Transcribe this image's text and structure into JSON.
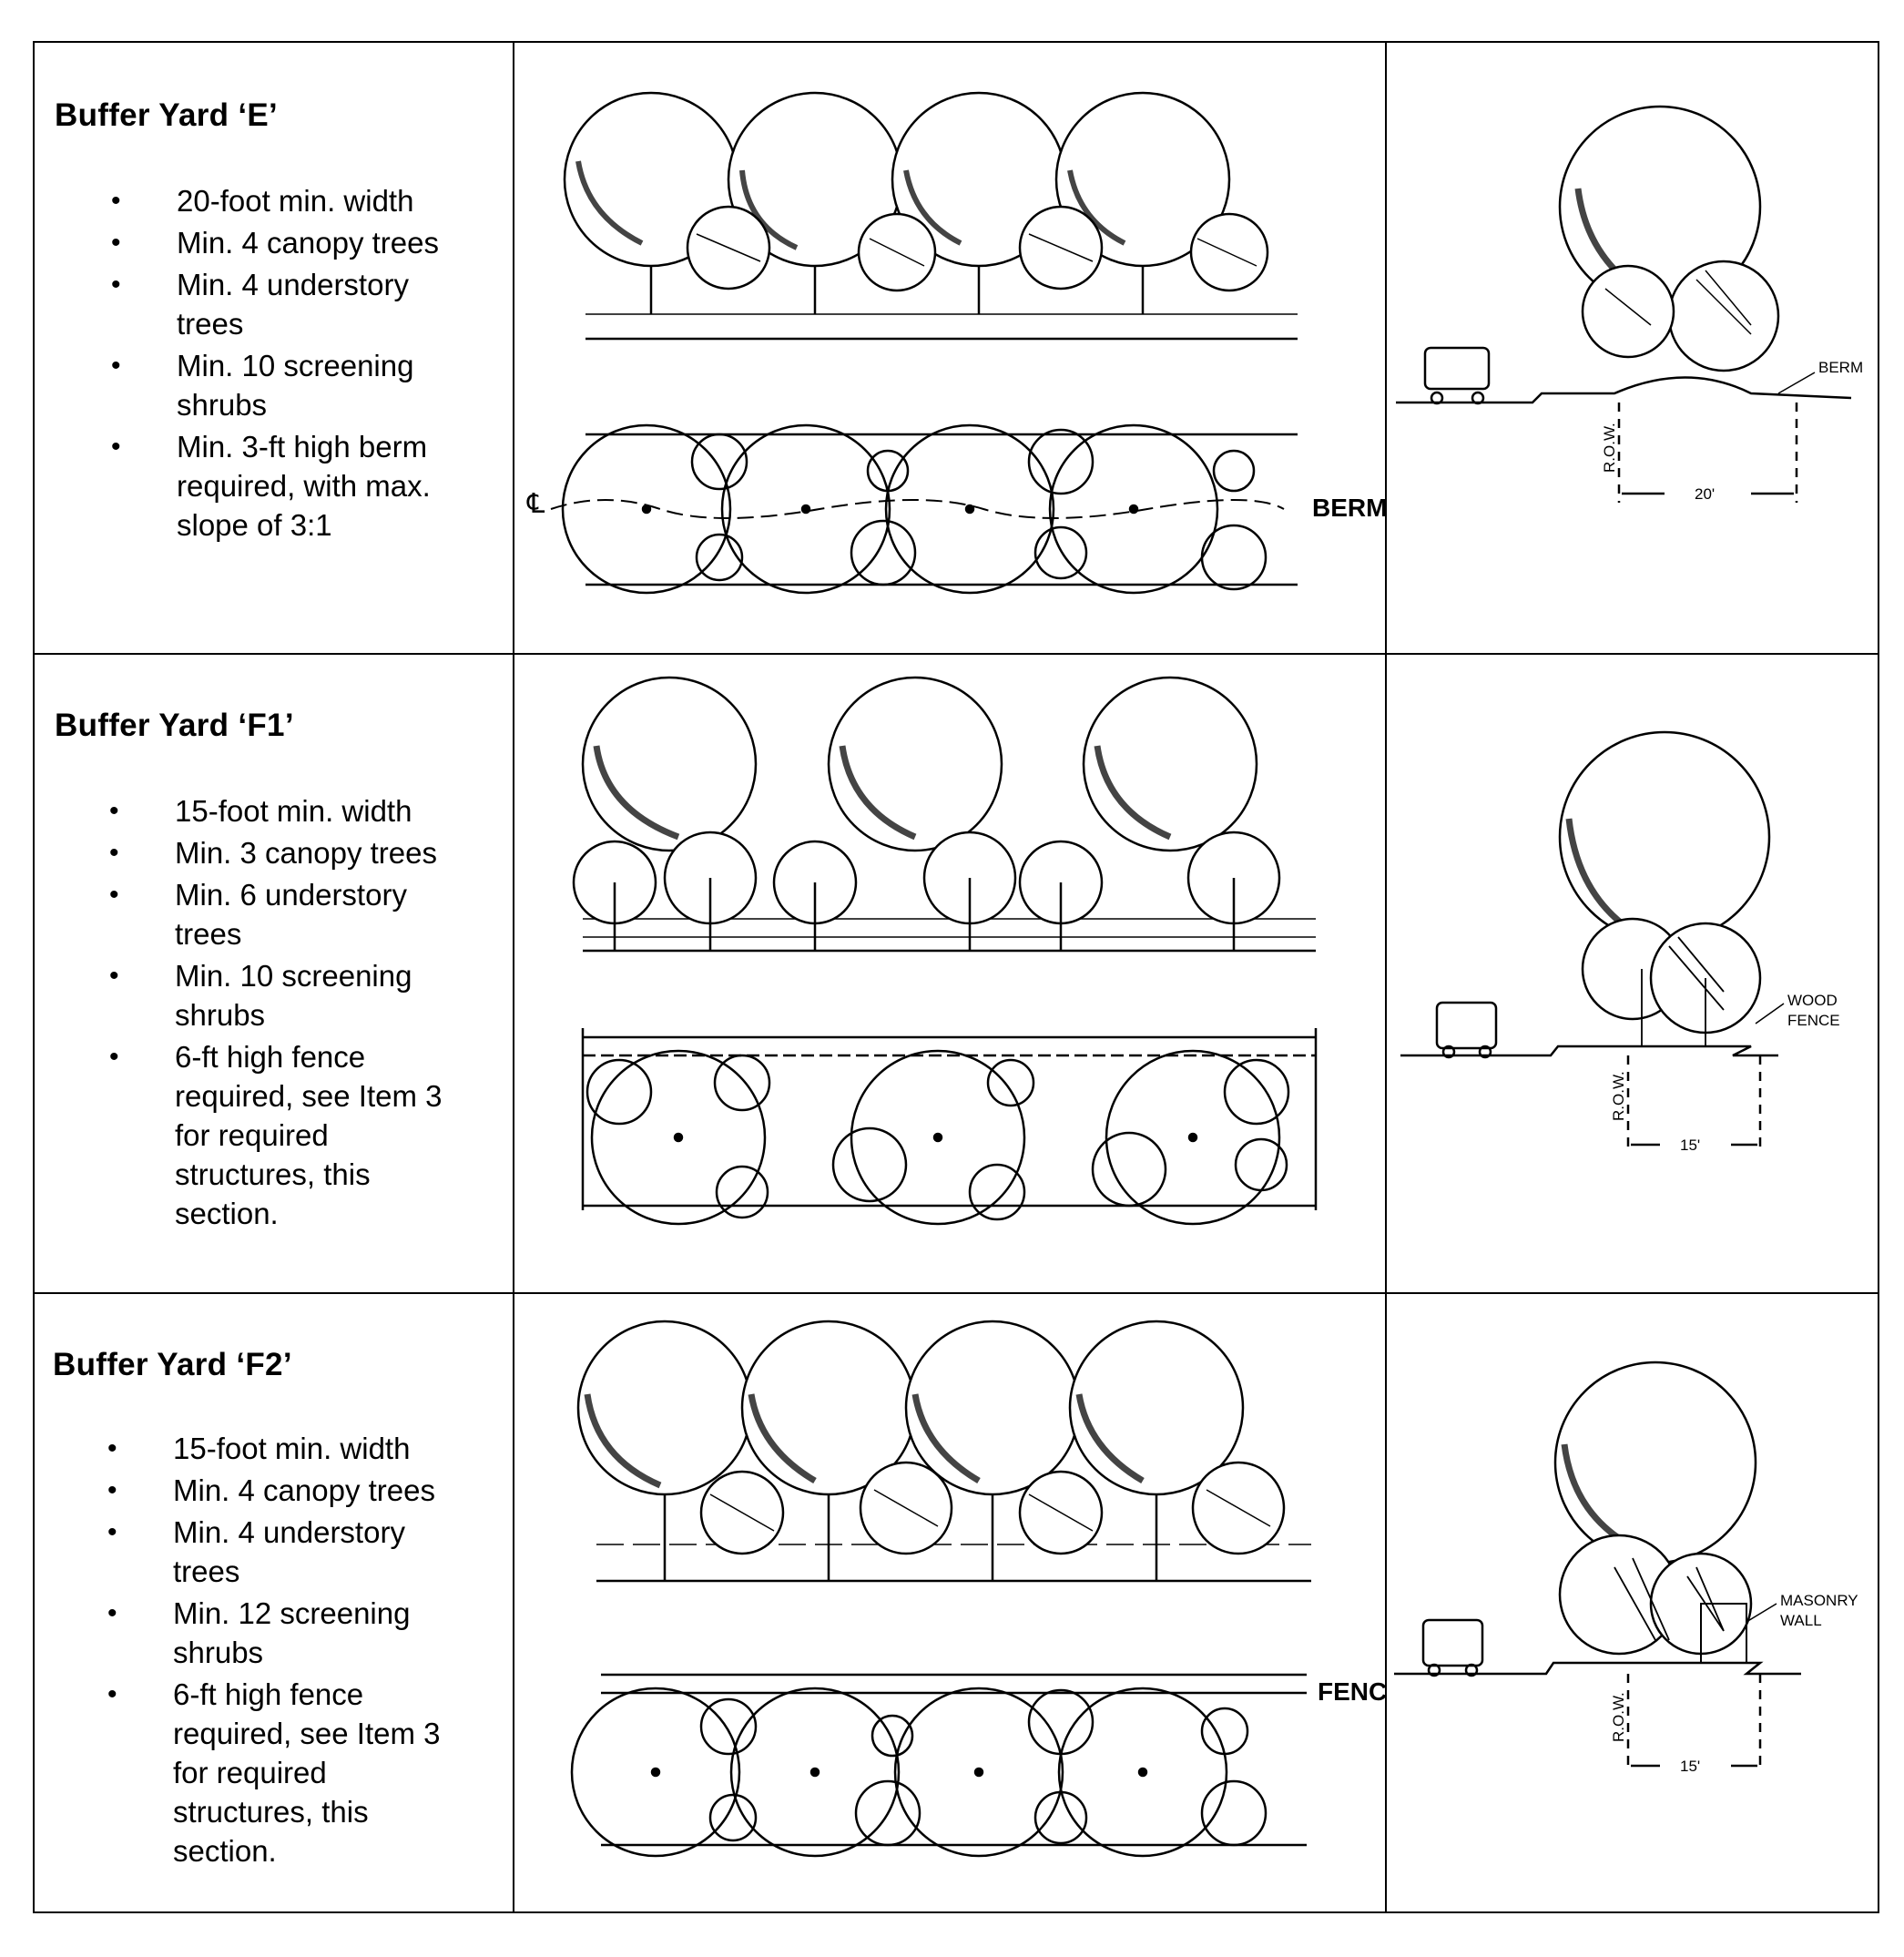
{
  "yards": [
    {
      "title": "Buffer Yard ‘E’",
      "bullets": [
        "20-foot min. width",
        "Min. 4 canopy trees",
        "Min. 4 understory trees",
        "Min. 10 screening shrubs",
        "Min. 3-ft high berm required, with max. slope of 3:1"
      ],
      "plan_label": "BERM",
      "plan_mark": "℄",
      "section_label": "BERM",
      "row_label": "R.O.W.",
      "dimension": "20'"
    },
    {
      "title": "Buffer Yard ‘F1’",
      "bullets": [
        "15-foot min. width",
        "Min. 3 canopy trees",
        "Min. 6 understory trees",
        "Min. 10 screening shrubs",
        "6-ft high fence required, see Item 3 for required structures, this section."
      ],
      "section_label_1": "WOOD",
      "section_label_2": "FENCE",
      "row_label": "R.O.W.",
      "dimension": "15'"
    },
    {
      "title": "Buffer Yard ‘F2’",
      "bullets": [
        "15-foot min. width",
        "Min. 4 canopy trees",
        "Min. 4 understory trees",
        "Min. 12 screening shrubs",
        "6-ft high fence required, see Item 3 for required structures, this section."
      ],
      "plan_label": "FENCE",
      "section_label_1": "MASONRY",
      "section_label_2": "WALL",
      "row_label": "R.O.W.",
      "dimension": "15'"
    }
  ]
}
